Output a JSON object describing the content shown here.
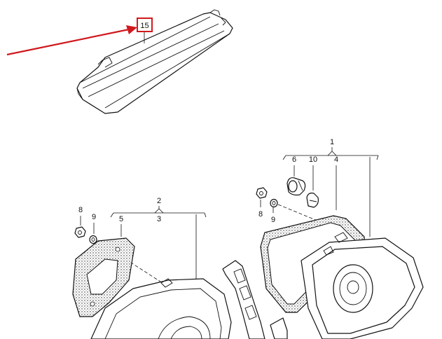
{
  "callouts": {
    "highlighted": "15",
    "group_right": "1",
    "group_left_top": "2",
    "group_left_bottom": "3",
    "c6": "6",
    "c10": "10",
    "c4": "4",
    "c8_right": "8",
    "c9_right": "9",
    "c8_left": "8",
    "c9_left": "9",
    "c5": "5"
  },
  "colors": {
    "highlight_box": "#d0191e",
    "arrow": "#d0191e",
    "line_art": "#111111",
    "background": "#ffffff"
  }
}
